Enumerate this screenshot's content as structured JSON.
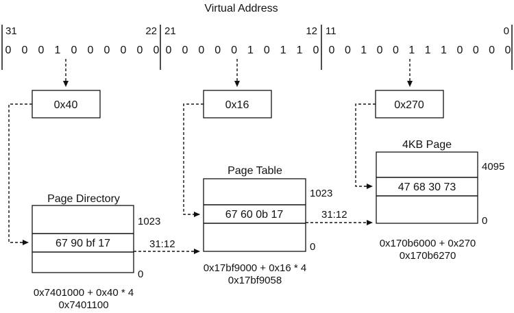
{
  "title": "Virtual Address",
  "bit_indices": [
    "31",
    "22",
    "21",
    "12",
    "11",
    "0"
  ],
  "fields": {
    "directory_bits": [
      "0",
      "0",
      "0",
      "1",
      "0",
      "0",
      "0",
      "0",
      "0",
      "0"
    ],
    "table_bits": [
      "0",
      "0",
      "0",
      "0",
      "0",
      "1",
      "0",
      "1",
      "1",
      "0"
    ],
    "offset_bits": [
      "0",
      "0",
      "1",
      "0",
      "0",
      "1",
      "1",
      "1",
      "0",
      "0",
      "0",
      "0"
    ]
  },
  "index_values": {
    "directory": "0x40",
    "table": "0x16",
    "offset": "0x270"
  },
  "page_directory": {
    "title": "Page Directory",
    "top_index": "1023",
    "bottom_index": "0",
    "entry": "67 90 bf 17",
    "range_label": "31:12",
    "calc_line1": "0x7401000 + 0x40 * 4",
    "calc_line2": "0x7401100"
  },
  "page_table": {
    "title": "Page Table",
    "top_index": "1023",
    "bottom_index": "0",
    "entry": "67 60 0b 17",
    "range_label": "31:12",
    "calc_line1": "0x17bf9000 + 0x16 * 4",
    "calc_line2": "0x17bf9058"
  },
  "page": {
    "title": "4KB Page",
    "top_index": "4095",
    "bottom_index": "0",
    "entry": "47 68 30 73",
    "calc_line1": "0x170b6000 + 0x270",
    "calc_line2": "0x170b6270"
  }
}
